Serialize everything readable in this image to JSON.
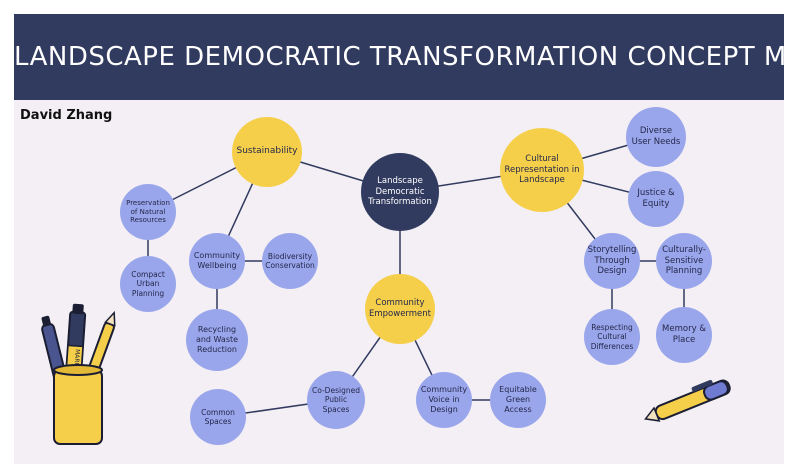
{
  "title": "LANDSCAPE DEMOCRATIC TRANSFORMATION CONCEPT MAP",
  "author": "David Zhang",
  "colors": {
    "header": "#313a5f",
    "canvas": "#f3eff4",
    "blue_node": "#9aa6ec",
    "yellow_node": "#f6cf4a",
    "center_node": "#313a5f",
    "link": "#313a5f"
  },
  "nodes": {
    "center": "Landscape Democratic Transformation",
    "sustainability": "Sustainability",
    "cultural": "Cultural Representation in Landscape",
    "empowerment": "Community Empowerment",
    "preservation": "Preservation of Natural Resources",
    "compact": "Compact Urban Planning",
    "wellbeing": "Community Wellbeing",
    "biodiversity": "Biodiversity Conservation",
    "recycling": "Recycling and Waste Reduction",
    "diverse": "Diverse User Needs",
    "justice": "Justice & Equity",
    "storytelling": "Storytelling Through Design",
    "sensitive": "Culturally-Sensitive Planning",
    "respecting": "Respecting Cultural Differences",
    "memory": "Memory & Place",
    "codesigned": "Co-Designed Public Spaces",
    "common": "Common Spaces",
    "voice": "Community Voice in Design",
    "equitable": "Equitable Green Access"
  },
  "decor": {
    "pen_cup_label": "MARK"
  }
}
